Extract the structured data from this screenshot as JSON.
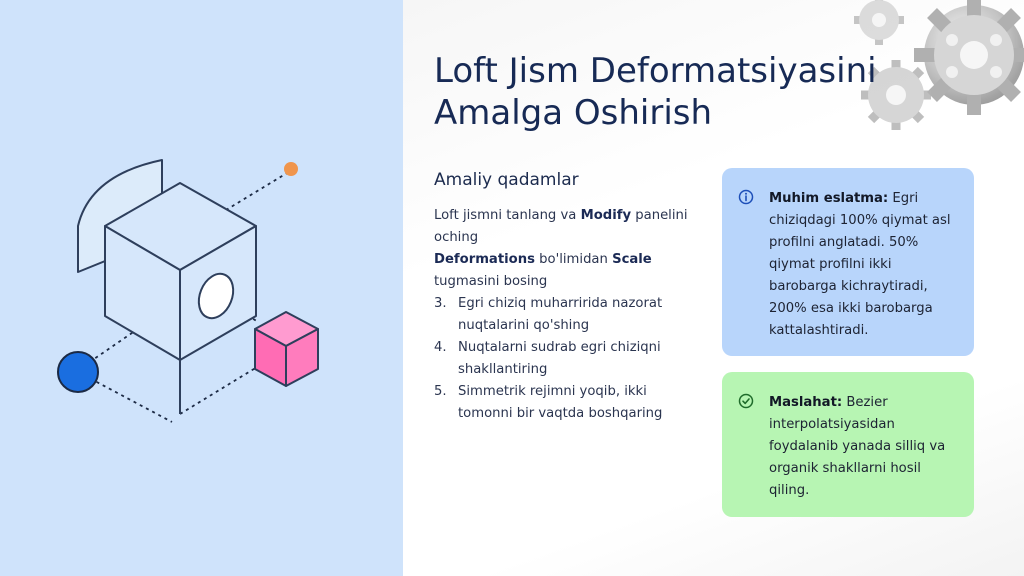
{
  "slide": {
    "title": "Loft Jism Deformatsiyasini Amalga Oshirish",
    "subheading": "Amaliy qadamlar",
    "step1": {
      "pre": "Loft jismni tanlang va ",
      "bold": "Modify",
      "post": " panelini oching"
    },
    "step2": {
      "bold1": "Deformations",
      "mid": " bo'limidan ",
      "bold2": "Scale",
      "post": " tugmasini bosing"
    },
    "steps": [
      {
        "num": "3.",
        "text": "Egri chiziq muharririda nazorat nuqtalarini qo'shing"
      },
      {
        "num": "4.",
        "text": "Nuqtalarni sudrab egri chiziqni shakllantiring"
      },
      {
        "num": "5.",
        "text": "Simmetrik rejimni yoqib, ikki tomonni bir vaqtda boshqaring"
      }
    ],
    "note": {
      "icon": "info-icon",
      "label": "Muhim eslatma:",
      "text": " Egri chiziqdagi 100% qiymat asl profilni anglatadi. 50% qiymat profilni ikki barobarga kichraytiradi, 200% esa ikki barobarga kattalashtiradi."
    },
    "tip": {
      "icon": "check-circle-icon",
      "label": "Maslahat:",
      "text": " Bezier interpolatsiyasidan foydalanib yanada silliq va organik shakllarni hosil qiling."
    }
  },
  "colors": {
    "left_panel_bg": "#cfe3fb",
    "title": "#172a55",
    "note_bg": "#b8d5fb",
    "tip_bg": "#b7f5b3",
    "cube_pink": "#ff72b6",
    "sphere_blue": "#1a6ee0",
    "dot_orange": "#f0954c"
  }
}
